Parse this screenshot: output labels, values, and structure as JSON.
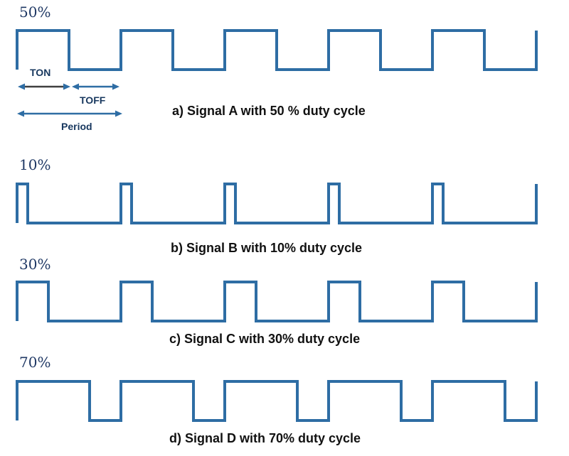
{
  "page": {
    "background": "#ffffff",
    "description": "Four PWM square-wave timing diagrams with different duty cycles"
  },
  "colors": {
    "waveform_stroke": "#2E6DA4",
    "duty_label_color": "#1F3864",
    "annotation_label_color": "#17375E",
    "annotation_arrow_color": "#2E6DA4",
    "ton_arrow_shaft_color": "#3F3F3F",
    "caption_color": "#111111"
  },
  "annotations": {
    "ton": "TON",
    "toff": "TOFF",
    "period": "Period"
  },
  "signals": [
    {
      "name": "Signal A",
      "duty_percent": 50,
      "duty_label": "50%",
      "caption": "a) Signal A with 50 % duty cycle"
    },
    {
      "name": "Signal B",
      "duty_percent": 10,
      "duty_label": "10%",
      "caption": "b) Signal B with 10% duty cycle"
    },
    {
      "name": "Signal C",
      "duty_percent": 30,
      "duty_label": "30%",
      "caption": "c) Signal C with 30% duty cycle"
    },
    {
      "name": "Signal D",
      "duty_percent": 70,
      "duty_label": "70%",
      "caption": "d) Signal D with 70% duty cycle"
    }
  ],
  "waveform_data": {
    "type": "square-wave",
    "cycles_shown": 5,
    "levels": [
      "low",
      "high"
    ],
    "series": [
      {
        "name": "Signal A",
        "duty_cycle_percent": 50
      },
      {
        "name": "Signal B",
        "duty_cycle_percent": 10
      },
      {
        "name": "Signal C",
        "duty_cycle_percent": 30
      },
      {
        "name": "Signal D",
        "duty_cycle_percent": 70
      }
    ]
  }
}
